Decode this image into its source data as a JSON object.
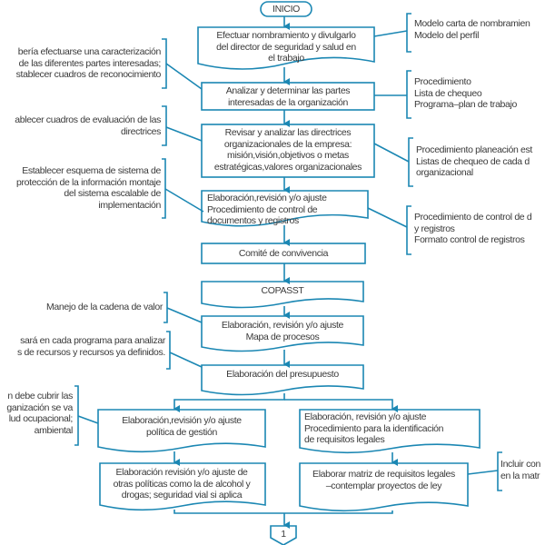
{
  "colors": {
    "line": "#1b87b3",
    "text": "#3a3a3a"
  },
  "flow": {
    "start": "INICIO",
    "step1": "Efectuar nombramiento y divulgarlo\ndel director de seguridad y salud en\nel trabajo",
    "step2": "Analizar y determinar las partes\ninteresadas de la organización",
    "step3": "Revisar y analizar las directrices\norganizacionales de la empresa:\nmisión,visión,objetivos o metas\nestratégicas,valores organizacionales",
    "step4": "Elaboración,revisión y/o ajuste\nProcedimiento de control de\ndocumentos y registros",
    "step5": "Comité de convivencia",
    "step6": "COPASST",
    "step7": "Elaboración, revisión y/o ajuste\nMapa de procesos",
    "step8": "Elaboración del presupuesto",
    "left1": "Elaboración,revisión y/o ajuste\npolítica de gestión",
    "left2": "Elaboración revisión y/o ajuste de\notras políticas como la de alcohol y\ndrogas; seguridad vial si aplica",
    "right1": "Elaboración, revisión y/o ajuste\nProcedimiento para la identificación\nde requisitos legales",
    "right2": "Elaborar matriz de requisitos legales\n–contemplar proyectos de ley",
    "connector": "1"
  },
  "notes_left": [
    "bería efectuarse una caracterización\nde las diferentes partes interesadas;\nstablecer cuadros de reconocimiento",
    "ablecer cuadros de evaluación de las\ndirectrices",
    "Establecer esquema de sistema de\nprotección de la información montaje\ndel sistema escalable de\nimplementación",
    "Manejo de la cadena de valor",
    "sará en cada programa para analizar\ns de recursos y recursos ya definidos.",
    "n debe cubrir las\nganización se va\nlud ocupacional;\nambiental"
  ],
  "notes_right": [
    "Modelo carta de nombramien\nModelo del perfil",
    "Procedimiento\nLista de chequeo\nPrograma–plan de trabajo",
    "Procedimiento planeación est\nListas de chequeo de cada d\norganizacional",
    "Procedimiento de control de d\ny registros\nFormato control de registros",
    "Incluir con\nen la matr"
  ]
}
